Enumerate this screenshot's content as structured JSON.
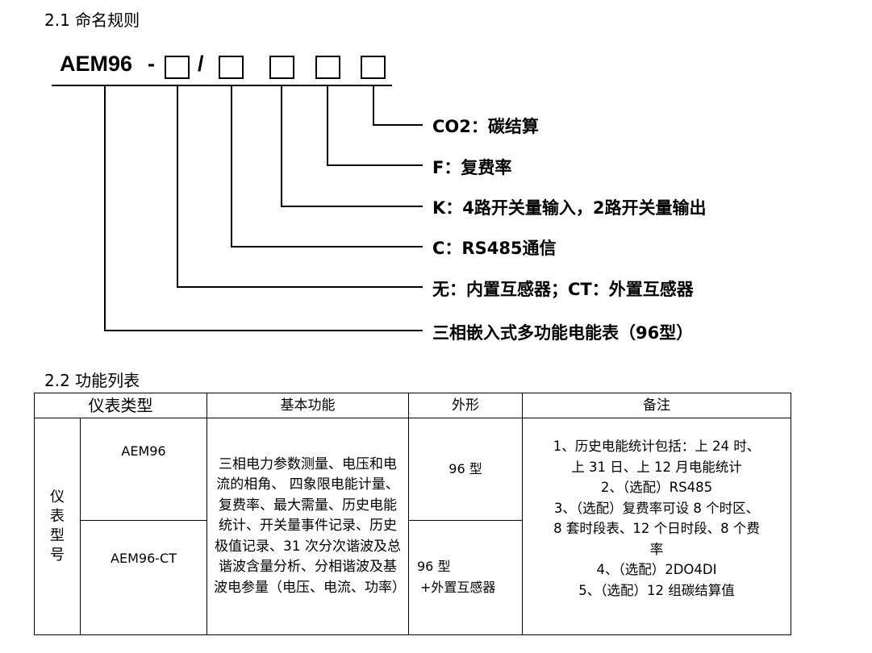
{
  "section1": {
    "title": "2.1 命名规则",
    "model_prefix": "AEM96",
    "dash": "-",
    "slash": "/",
    "labels": [
      "CO2：碳结算",
      "F：复费率",
      "K：4路开关量输入，2路开关量输出",
      "C：RS485通信",
      "无：内置互感器；CT：外置互感器",
      "三相嵌入式多功能电能表（96型）"
    ]
  },
  "section2": {
    "title": "2.2 功能列表",
    "headers": [
      "仪表类型",
      "基本功能",
      "外形",
      "备注"
    ],
    "group_label": "仪表型号",
    "models": [
      "AEM96",
      "AEM96-CT"
    ],
    "basic_function": "三相电力参数测量、电压和电流的相角、 四象限电能计量、复费率、最大需量、历史电能统计、开关量事件记录、历史极值记录、31 次分次谐波及总谐波含量分析、分相谐波及基波电参量（电压、电流、功率）",
    "shapes": [
      "96 型",
      "96 型",
      "+外置互感器"
    ],
    "notes": [
      "1、历史电能统计包括：上 24 时、",
      "上 31 日、上 12 月电能统计",
      "2、（选配）RS485",
      "3、（选配）复费率可设 8 个时区、",
      "8 套时段表、12 个日时段、8 个费",
      "率",
      "4、（选配）2DO4DI",
      "5、（选配）12 组碳结算值"
    ]
  }
}
